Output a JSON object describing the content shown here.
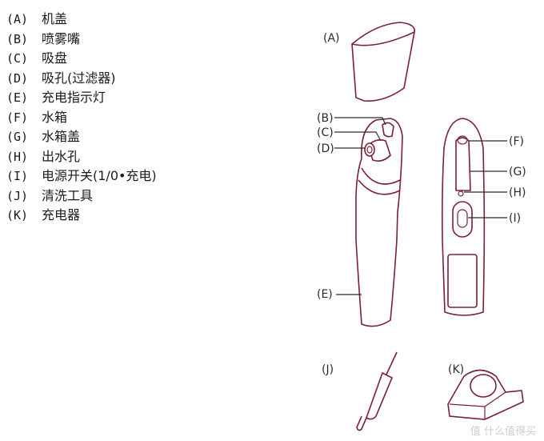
{
  "legend": [
    {
      "code": "(A)",
      "label": "机盖"
    },
    {
      "code": "(B)",
      "label": "喷雾嘴"
    },
    {
      "code": "(C)",
      "label": "吸盘"
    },
    {
      "code": "(D)",
      "label": "吸孔(过滤器)"
    },
    {
      "code": "(E)",
      "label": "充电指示灯"
    },
    {
      "code": "(F)",
      "label": "水箱"
    },
    {
      "code": "(G)",
      "label": "水箱盖"
    },
    {
      "code": "(H)",
      "label": "出水孔"
    },
    {
      "code": "(I)",
      "label": "电源开关(1/0•充电)"
    },
    {
      "code": "(J)",
      "label": "清洗工具"
    },
    {
      "code": "(K)",
      "label": "充电器"
    }
  ],
  "callouts": {
    "a": "(A)",
    "b": "(B)",
    "c": "(C)",
    "d": "(D)",
    "e": "(E)",
    "f": "(F)",
    "g": "(G)",
    "h": "(H)",
    "i": "(I)",
    "j": "(J)",
    "k": "(K)"
  },
  "watermark": "值 什么值得买",
  "colors": {
    "line": "#7a2032",
    "text": "#1a1a1a"
  }
}
